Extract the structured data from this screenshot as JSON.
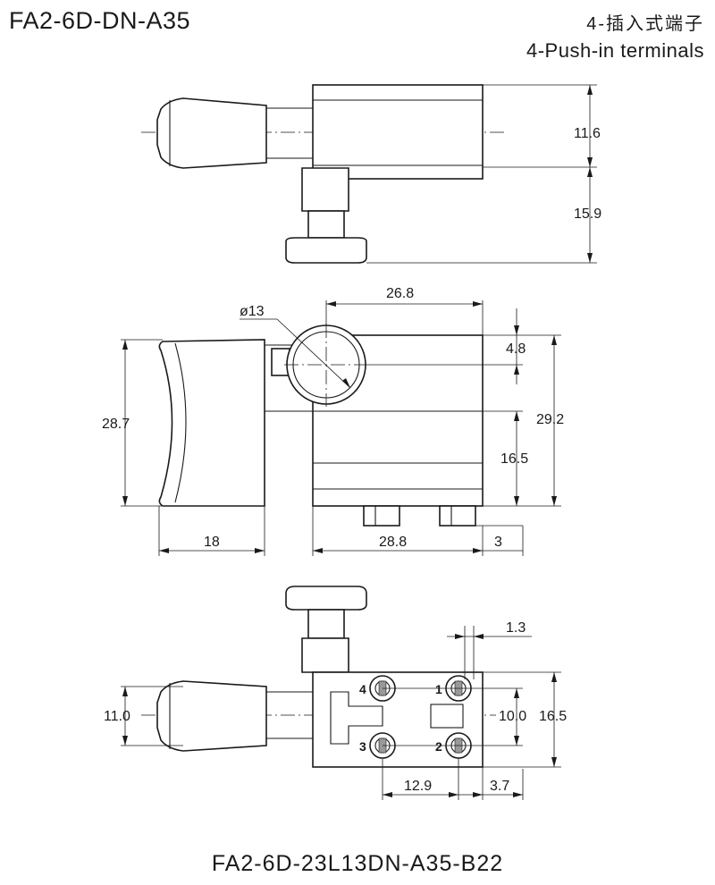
{
  "header": {
    "model": "FA2-6D-DN-A35",
    "terminals_cn": "4-插入式端子",
    "terminals_en": "4-Push-in terminals"
  },
  "footer": {
    "part_number": "FA2-6D-23L13DN-A35-B22"
  },
  "views": {
    "top": {
      "dim_upper": "11.6",
      "dim_lower": "15.9"
    },
    "front": {
      "dim_body_width": "26.8",
      "dim_diameter": "ø13",
      "dim_offset": "4.8",
      "dim_total_height": "29.2",
      "dim_body_height": "16.5",
      "dim_trigger_height": "28.7",
      "dim_trigger_width": "18",
      "dim_base_width": "28.8",
      "dim_foot": "3"
    },
    "bottom": {
      "dim_edge": "1.3",
      "dim_terminal_pitch_v": "10.0",
      "dim_body_height": "16.5",
      "dim_trigger_height": "11.0",
      "dim_terminal_pitch_h": "12.9",
      "dim_edge_offset": "3.7",
      "terminal_labels": [
        "4",
        "1",
        "3",
        "2"
      ]
    }
  }
}
